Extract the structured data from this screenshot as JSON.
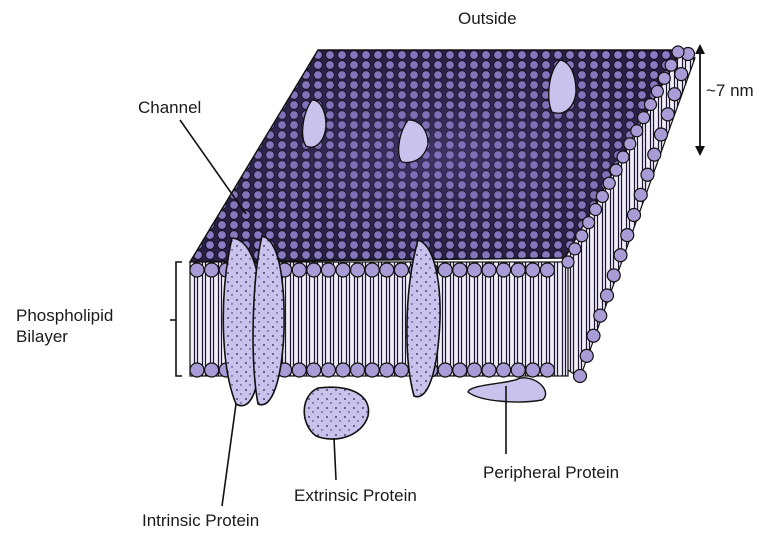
{
  "labels": {
    "outside": "Outside",
    "thickness": "~7 nm",
    "channel": "Channel",
    "phospholipid_line1": "Phospholipid",
    "phospholipid_line2": "Bilayer",
    "extrinsic": "Extrinsic Protein",
    "peripheral": "Peripheral Protein",
    "intrinsic": "Intrinsic Protein"
  },
  "colors": {
    "head_fill": "#a89bd6",
    "head_fill_dark": "#4a3f78",
    "membrane_dark": "#221a3a",
    "protein_fill": "#c9c2ec",
    "outline": "#111111",
    "core": "#f2f0fb"
  }
}
